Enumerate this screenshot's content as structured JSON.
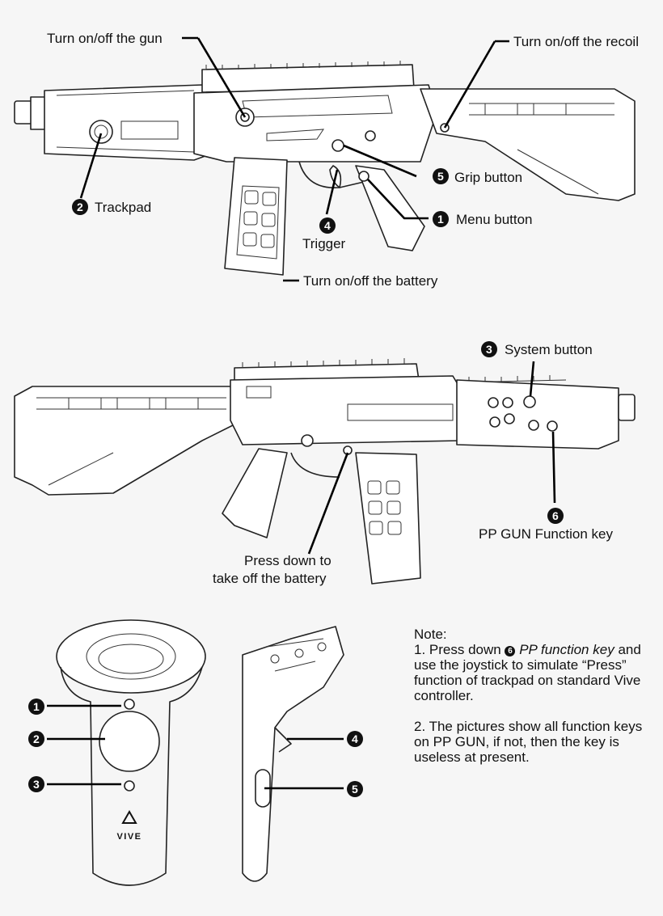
{
  "top_gun": {
    "turn_gun": "Turn on/off the gun",
    "turn_recoil": "Turn on/off the recoil",
    "trackpad": "Trackpad",
    "trackpad_num": "2",
    "grip": "Grip button",
    "grip_num": "5",
    "menu": "Menu button",
    "menu_num": "1",
    "trigger": "Trigger",
    "trigger_num": "4",
    "battery": "Turn on/off the battery"
  },
  "side_gun": {
    "system": "System button",
    "system_num": "3",
    "function_key": "PP GUN Function key",
    "function_num": "6",
    "press_line1": "Press down to",
    "press_line2": "take off the battery"
  },
  "vive": {
    "brand": "VIVE",
    "left_labels": [
      "1",
      "2",
      "3"
    ],
    "right_labels": [
      "4",
      "5"
    ]
  },
  "note": {
    "title": "Note:",
    "p1_prefix": "1. Press down",
    "p1_badge": "6",
    "p1_italic": "PP function key",
    "p1_rest": "and use the joystick to simulate “Press” function of trackpad on standard Vive controller.",
    "p2": "2. The pictures show all function keys on PP GUN, if not, then the key is useless at present."
  }
}
